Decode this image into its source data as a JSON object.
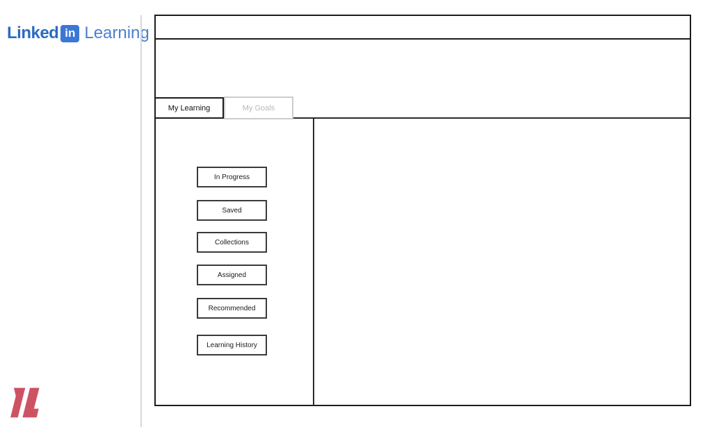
{
  "brand": {
    "linked": "Linked",
    "in": "in",
    "learning": "Learning",
    "linked_color": "#2a6bc4",
    "in_bg_color": "#3b77d4",
    "learning_color": "#4a7fd1"
  },
  "wireframe": {
    "tabs": [
      {
        "label": "My Learning",
        "active": true
      },
      {
        "label": "My Goals",
        "active": false
      }
    ],
    "sidebar_buttons": [
      {
        "label": "In Progress"
      },
      {
        "label": "Saved"
      },
      {
        "label": "Collections"
      },
      {
        "label": "Assigned"
      },
      {
        "label": "Recommended"
      },
      {
        "label": "Learning History"
      }
    ]
  },
  "watermark": {
    "color": "#cd5364"
  }
}
